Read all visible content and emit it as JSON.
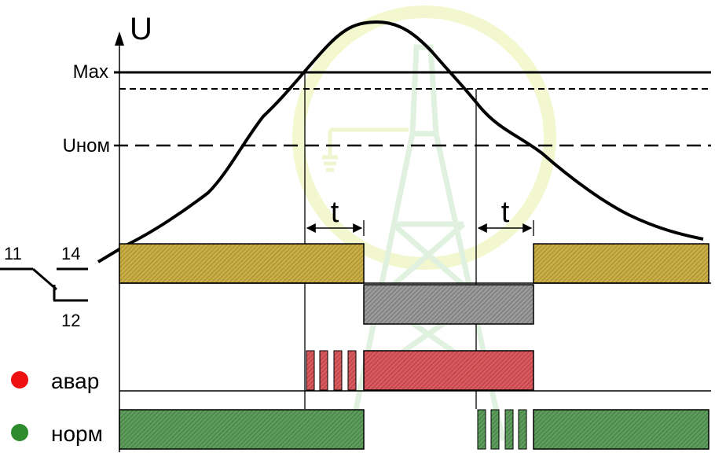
{
  "axis": {
    "y_label": "U"
  },
  "levels": {
    "max_label": "Max",
    "nom_label": "Uном"
  },
  "delay": {
    "left_label": "t",
    "right_label": "t"
  },
  "relay": {
    "common_pin": "11",
    "no_pin": "14",
    "nc_pin": "12"
  },
  "indicators": [
    {
      "label": "авар",
      "color": "#ee1111"
    },
    {
      "label": "норм",
      "color": "#2e8b2e"
    }
  ],
  "colors": {
    "curve": "#000000",
    "relay_no_fill": "#c9ad45",
    "relay_nc_fill": "#8f8f8f",
    "alarm_fill": "#d4555a",
    "normal_fill": "#5b9a5b",
    "watermark": "#e8f3b0"
  },
  "icons": {
    "watermark": "power-tower-logo-icon"
  }
}
